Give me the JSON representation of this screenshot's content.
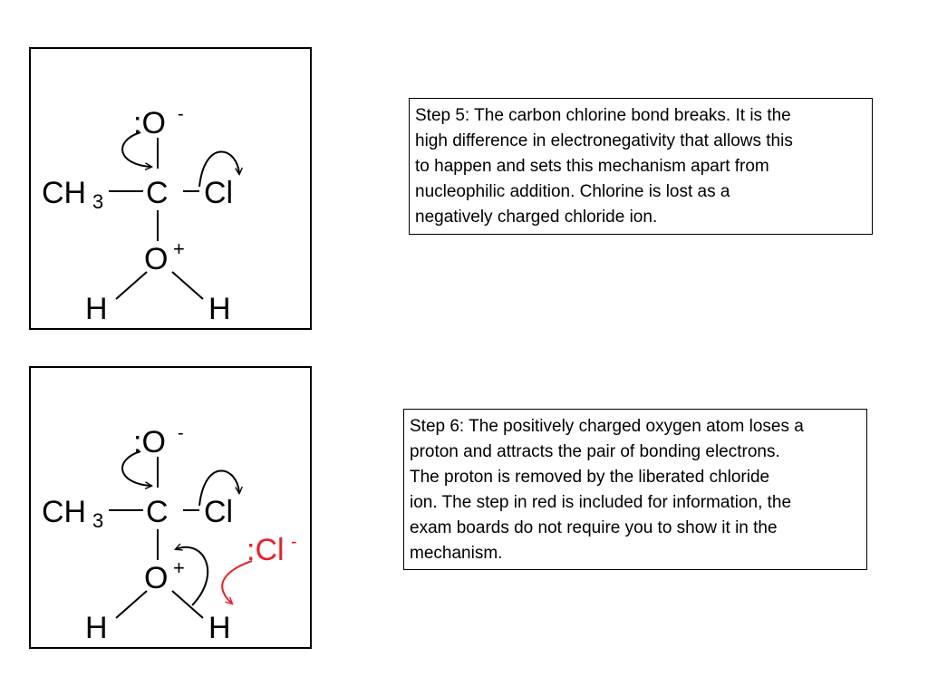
{
  "colors": {
    "text": "#000000",
    "accent_red": "#e8202a",
    "background": "#ffffff"
  },
  "step5": {
    "molecule": {
      "methyl_main": "CH",
      "methyl_sub": "3",
      "carbon": "C",
      "chlorine": "Cl",
      "oxide": ":O",
      "oxide_charge": "-",
      "oxonium": "O",
      "oxonium_charge": "+",
      "hydrogen_left": "H",
      "hydrogen_right": "H"
    },
    "text_lines": [
      "Step 5: The carbon chlorine bond breaks.  It is the",
      "high difference in electronegativity that allows this",
      "to happen and sets this mechanism apart from",
      "nucleophilic addition.  Chlorine is lost as a",
      "negatively charged chloride ion."
    ]
  },
  "step6": {
    "molecule": {
      "methyl_main": "CH",
      "methyl_sub": "3",
      "carbon": "C",
      "chlorine": "Cl",
      "oxide": ":O",
      "oxide_charge": "-",
      "oxonium": "O",
      "oxonium_charge": "+",
      "hydrogen_left": "H",
      "hydrogen_right": "H",
      "chloride_ion": ":Cl",
      "chloride_charge": "-"
    },
    "text_lines": [
      "Step 6: The positively charged oxygen atom loses a",
      "proton and attracts the pair of bonding electrons.",
      "The proton is removed by the liberated chloride",
      "ion. The step in red is included for information, the",
      "exam boards do not require you to show it in the",
      "mechanism."
    ]
  }
}
